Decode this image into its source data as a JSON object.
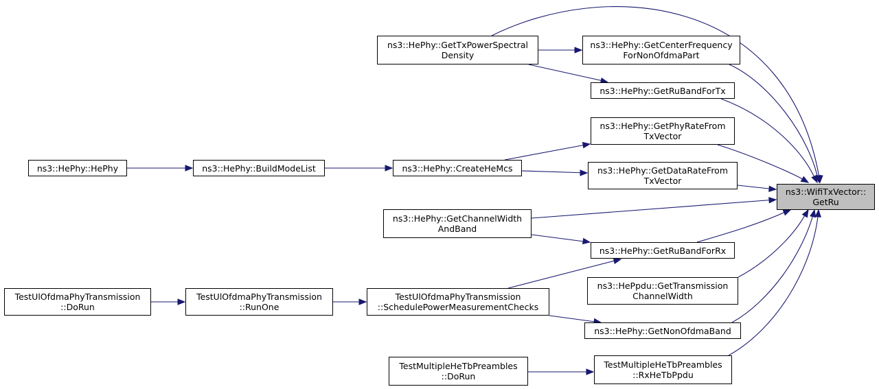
{
  "graph": {
    "target": "n0",
    "nodes": [
      {
        "id": "n0",
        "label": "ns3::WifiTxVector::\nGetRu"
      },
      {
        "id": "n1",
        "label": "ns3::HePhy::GetTxPowerSpectral\nDensity"
      },
      {
        "id": "n2",
        "label": "ns3::HePhy::GetCenterFrequency\nForNonOfdmaPart"
      },
      {
        "id": "n3",
        "label": "ns3::HePhy::GetRuBandForTx"
      },
      {
        "id": "n4",
        "label": "ns3::HePhy::GetPhyRateFrom\nTxVector"
      },
      {
        "id": "n5",
        "label": "ns3::HePhy::CreateHeMcs"
      },
      {
        "id": "n6",
        "label": "ns3::HePhy::BuildModeList"
      },
      {
        "id": "n7",
        "label": "ns3::HePhy::HePhy"
      },
      {
        "id": "n8",
        "label": "ns3::HePhy::GetDataRateFrom\nTxVector"
      },
      {
        "id": "n9",
        "label": "ns3::HePhy::GetChannelWidth\nAndBand"
      },
      {
        "id": "n10",
        "label": "ns3::HePhy::GetRuBandForRx"
      },
      {
        "id": "n11",
        "label": "TestUlOfdmaPhyTransmission\n::SchedulePowerMeasurementChecks"
      },
      {
        "id": "n12",
        "label": "TestUlOfdmaPhyTransmission\n::RunOne"
      },
      {
        "id": "n13",
        "label": "TestUlOfdmaPhyTransmission\n::DoRun"
      },
      {
        "id": "n14",
        "label": "ns3::HePpdu::GetTransmission\nChannelWidth"
      },
      {
        "id": "n15",
        "label": "ns3::HePhy::GetNonOfdmaBand"
      },
      {
        "id": "n16",
        "label": "TestMultipleHeTbPreambles\n::RxHeTbPpdu"
      },
      {
        "id": "n17",
        "label": "TestMultipleHeTbPreambles\n::DoRun"
      }
    ],
    "edges": [
      {
        "from": "n1",
        "to": "n0"
      },
      {
        "from": "n1",
        "to": "n2"
      },
      {
        "from": "n1",
        "to": "n3"
      },
      {
        "from": "n2",
        "to": "n0"
      },
      {
        "from": "n3",
        "to": "n0"
      },
      {
        "from": "n4",
        "to": "n0"
      },
      {
        "from": "n5",
        "to": "n4"
      },
      {
        "from": "n5",
        "to": "n8"
      },
      {
        "from": "n6",
        "to": "n5"
      },
      {
        "from": "n7",
        "to": "n6"
      },
      {
        "from": "n8",
        "to": "n0"
      },
      {
        "from": "n9",
        "to": "n0"
      },
      {
        "from": "n9",
        "to": "n10"
      },
      {
        "from": "n10",
        "to": "n0"
      },
      {
        "from": "n11",
        "to": "n10"
      },
      {
        "from": "n11",
        "to": "n15"
      },
      {
        "from": "n12",
        "to": "n11"
      },
      {
        "from": "n13",
        "to": "n12"
      },
      {
        "from": "n14",
        "to": "n0"
      },
      {
        "from": "n15",
        "to": "n0"
      },
      {
        "from": "n16",
        "to": "n0"
      },
      {
        "from": "n17",
        "to": "n16"
      }
    ]
  }
}
